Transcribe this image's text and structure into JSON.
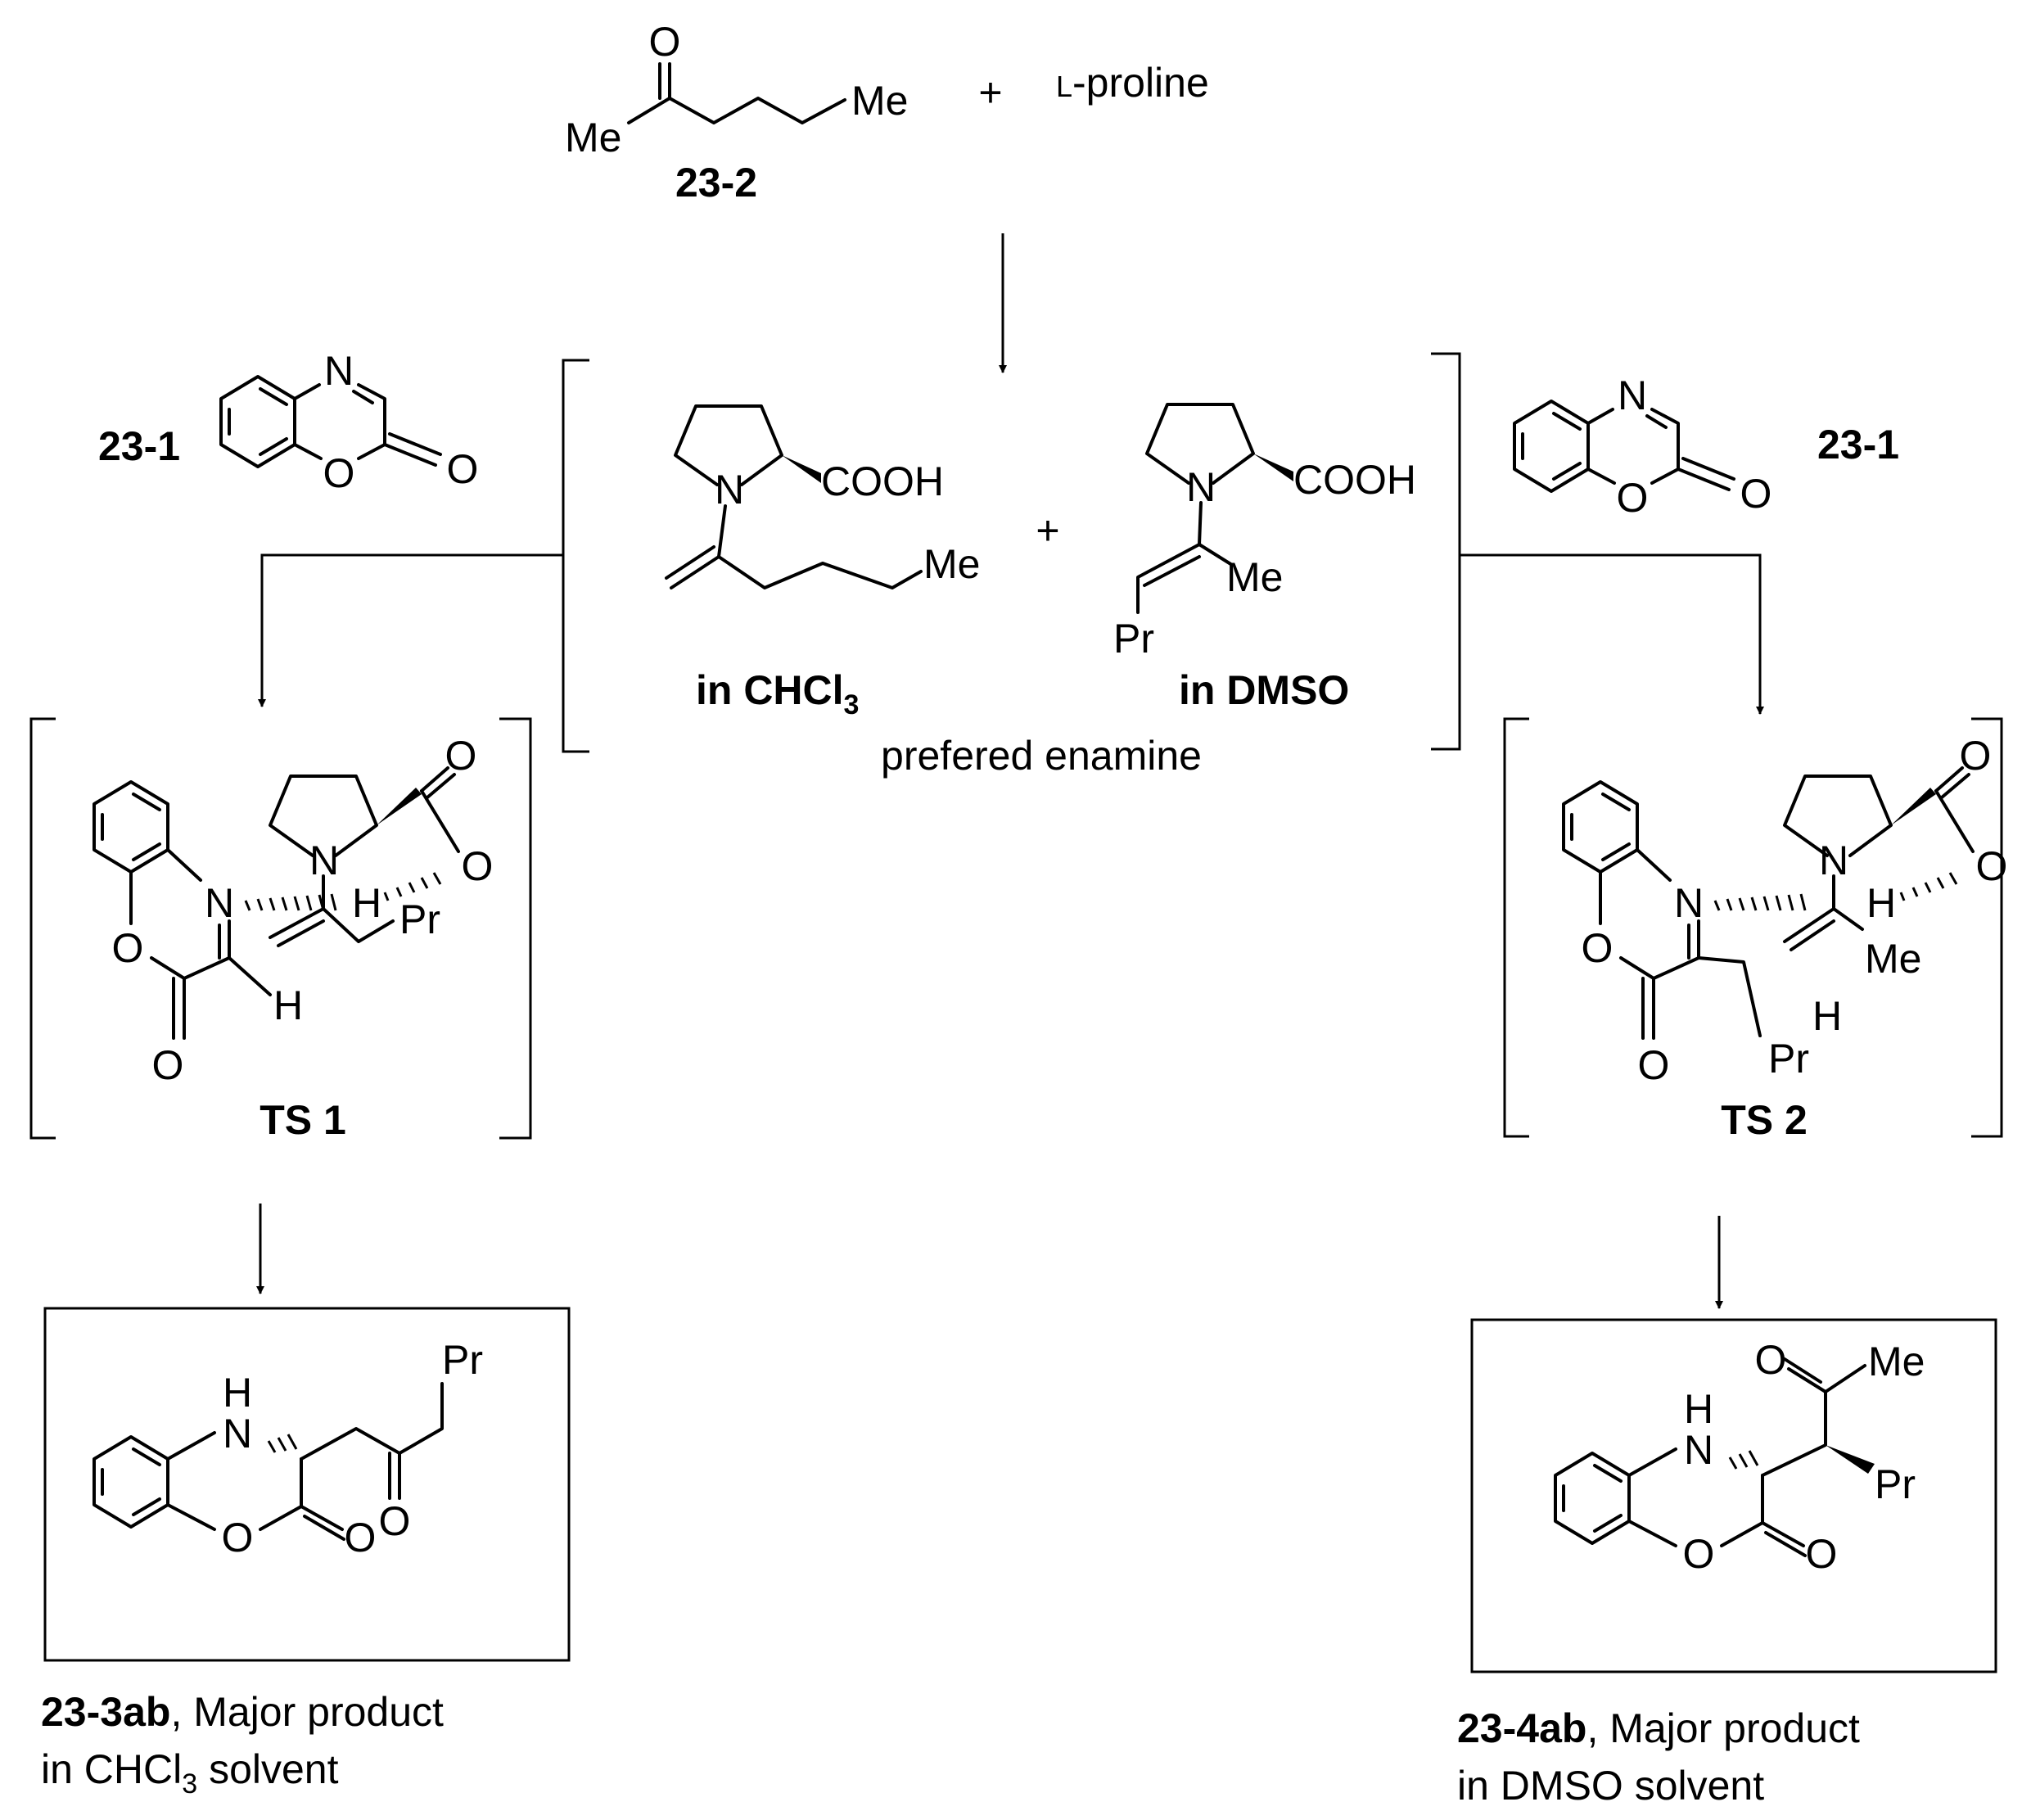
{
  "start": {
    "compound_label": "23-2",
    "atom_me_left": "Me",
    "atom_me_right": "Me",
    "atom_o": "O",
    "plus": "+",
    "reagent_prefix": "L",
    "reagent_rest": "-proline"
  },
  "reactant_left": {
    "label": "23-1",
    "atom_n": "N",
    "atom_o_ring": "O",
    "atom_o_carbonyl": "O"
  },
  "reactant_right": {
    "label": "23-1",
    "atom_n": "N",
    "atom_o_ring": "O",
    "atom_o_carbonyl": "O"
  },
  "enamines": {
    "caption": "prefered enamine",
    "plus": "+",
    "chcl3": {
      "atom_n": "N",
      "cooh": "COOH",
      "me": "Me",
      "solvent_prefix": "in CHCl",
      "solvent_sub": "3"
    },
    "dmso": {
      "atom_n": "N",
      "cooh": "COOH",
      "me": "Me",
      "pr": "Pr",
      "solvent": "in DMSO"
    }
  },
  "ts1": {
    "label": "TS 1",
    "atom_n_ring": "N",
    "atom_n_pyr": "N",
    "atom_h_bridge": "H",
    "atom_o_acid_top": "O",
    "atom_o_acid": "O",
    "atom_o_ring": "O",
    "atom_o_carbonyl": "O",
    "atom_h": "H",
    "pr": "Pr"
  },
  "ts2": {
    "label": "TS 2",
    "atom_n_ring": "N",
    "atom_n_pyr": "N",
    "atom_h_bridge": "H",
    "atom_o_acid_top": "O",
    "atom_o_acid": "O",
    "atom_o_ring": "O",
    "atom_o_carbonyl": "O",
    "atom_h": "H",
    "me": "Me",
    "pr": "Pr"
  },
  "product_left": {
    "atom_nh": "H",
    "atom_n": "N",
    "atom_o_ring": "O",
    "atom_o_carbonyl": "O",
    "atom_o_ketone": "O",
    "pr": "Pr",
    "name": "23-3ab",
    "desc": ", Major product",
    "line2_prefix": "in CHCl",
    "line2_sub": "3",
    "line2_suffix": " solvent"
  },
  "product_right": {
    "atom_nh": "H",
    "atom_n": "N",
    "atom_o_ring": "O",
    "atom_o_carbonyl": "O",
    "atom_o_ketone": "O",
    "me": "Me",
    "pr": "Pr",
    "name": "23-4ab",
    "desc": ", Major product",
    "line2": "in DMSO solvent"
  }
}
